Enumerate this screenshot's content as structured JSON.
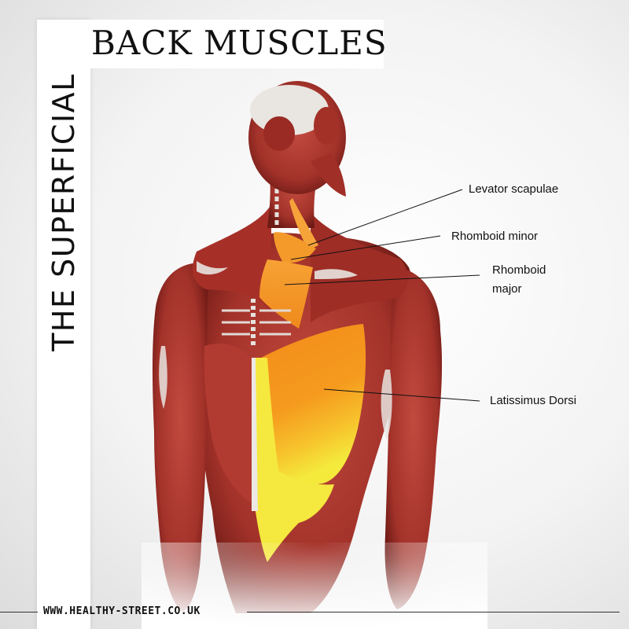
{
  "side_title": "THE SUPERFICIAL",
  "main_title": "BACK MUSCLES",
  "labels": {
    "levator": "Levator scapulae",
    "rhomboid_minor": "Rhomboid minor",
    "rhomboid_major_1": "Rhomboid",
    "rhomboid_major_2": "major",
    "latissimus": "Latissimus Dorsi"
  },
  "footer": {
    "website": "WWW.HEALTHY-STREET.CO.UK"
  },
  "colors": {
    "muscle": "#a8352d",
    "muscle_dark": "#7a1d18",
    "highlight_orange": "#f08a1c",
    "highlight_yellow": "#f4e23a",
    "tendon": "#e8e4e0"
  }
}
